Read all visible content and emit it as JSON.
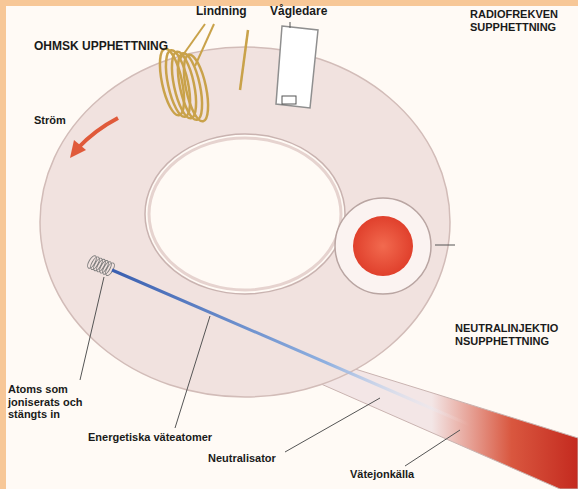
{
  "diagram": {
    "labels": [
      "OHMSK UPPHETTNING",
      "Lindning",
      "Vågledare",
      "RADIOFREKVEN SUPPHETTNING",
      "Ström",
      "Atoms som joniserats och stängts in",
      "Energetiska väteatomer",
      "NEUTRALINJEKTIO NSUPPHETTNING",
      "Neutralisator",
      "Vätejonkälla"
    ]
  }
}
